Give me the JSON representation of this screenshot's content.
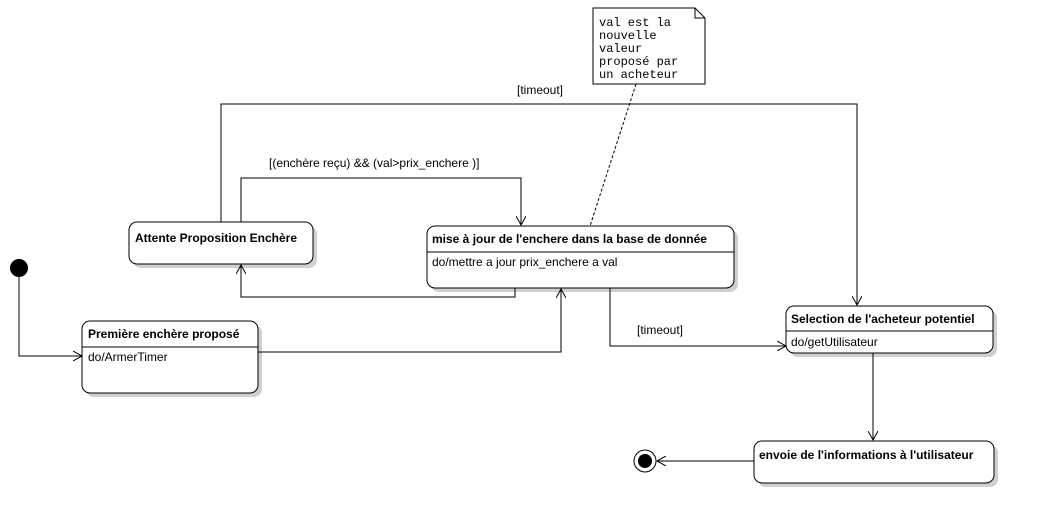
{
  "states": {
    "premiere": {
      "title": "Première enchère proposé",
      "activity": "do/ArmerTimer"
    },
    "attente": {
      "title": "Attente Proposition Enchère"
    },
    "miseajour": {
      "title": "mise à jour de l'enchere dans la base de donnée",
      "activity": "do/mettre a jour prix_enchere a val"
    },
    "selection": {
      "title": "Selection de l'acheteur potentiel",
      "activity": "do/getUtilisateur"
    },
    "envoie": {
      "title": "envoie de l'informations à l'utilisateur"
    }
  },
  "guards": {
    "timeout_top": "[timeout]",
    "enchere_recu": "[(enchère reçu) && (val>prix_enchere )]",
    "timeout_mid": "[timeout]"
  },
  "note": {
    "lines": [
      "val est la",
      "nouvelle",
      "valeur",
      "proposé par",
      "un acheteur"
    ]
  }
}
